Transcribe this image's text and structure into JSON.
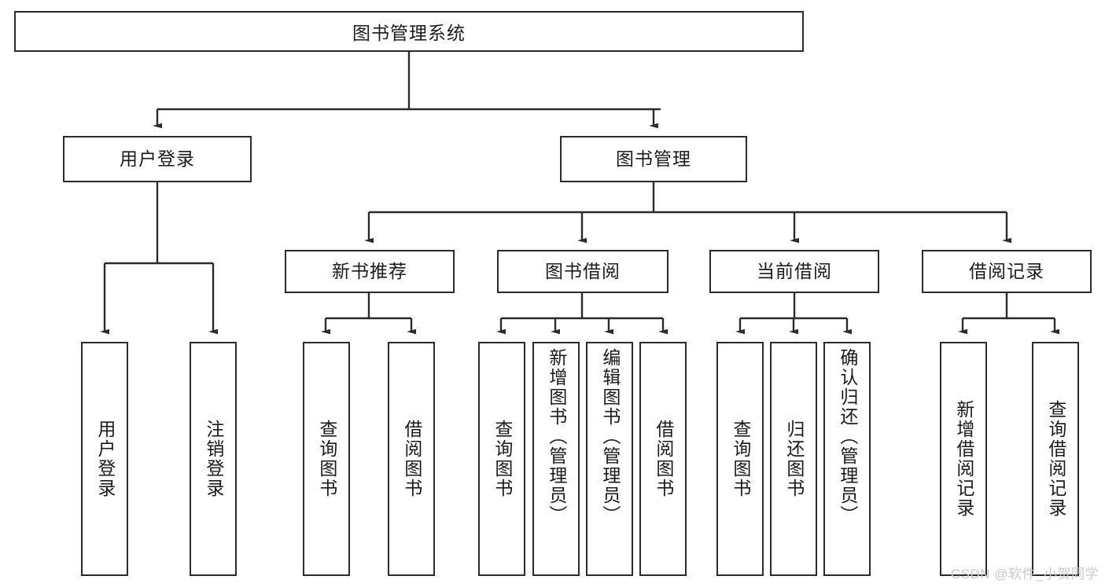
{
  "diagram": {
    "title": "图书管理系统",
    "watermark": "CSDN @软件_小贺同学",
    "colors": {
      "box_border": "#2b2b2b",
      "box_fill": "#ffffff",
      "link": "#2b2b2b",
      "text": "#1b1b1b",
      "watermark": "#c9c9c9",
      "background": "#ffffff"
    },
    "levels": {
      "level1": [
        {
          "label": "图书管理系统"
        }
      ],
      "level2": [
        {
          "label": "用户登录"
        },
        {
          "label": "图书管理"
        }
      ],
      "level3": [
        {
          "label": "新书推荐"
        },
        {
          "label": "图书借阅"
        },
        {
          "label": "当前借阅"
        },
        {
          "label": "借阅记录"
        }
      ],
      "leaves": [
        {
          "label": "用户登录",
          "parent": "用户登录"
        },
        {
          "label": "注销登录",
          "parent": "用户登录"
        },
        {
          "label": "查询图书",
          "parent": "新书推荐"
        },
        {
          "label": "借阅图书",
          "parent": "新书推荐"
        },
        {
          "label": "查询图书",
          "parent": "图书借阅"
        },
        {
          "label": "新增图书（管理员）",
          "parent": "图书借阅"
        },
        {
          "label": "编辑图书（管理员）",
          "parent": "图书借阅"
        },
        {
          "label": "借阅图书",
          "parent": "图书借阅"
        },
        {
          "label": "查询图书",
          "parent": "当前借阅"
        },
        {
          "label": "归还图书",
          "parent": "当前借阅"
        },
        {
          "label": "确认归还（管理员）",
          "parent": "当前借阅"
        },
        {
          "label": "新增借阅记录",
          "parent": "借阅记录"
        },
        {
          "label": "查询借阅记录",
          "parent": "借阅记录"
        }
      ]
    }
  }
}
